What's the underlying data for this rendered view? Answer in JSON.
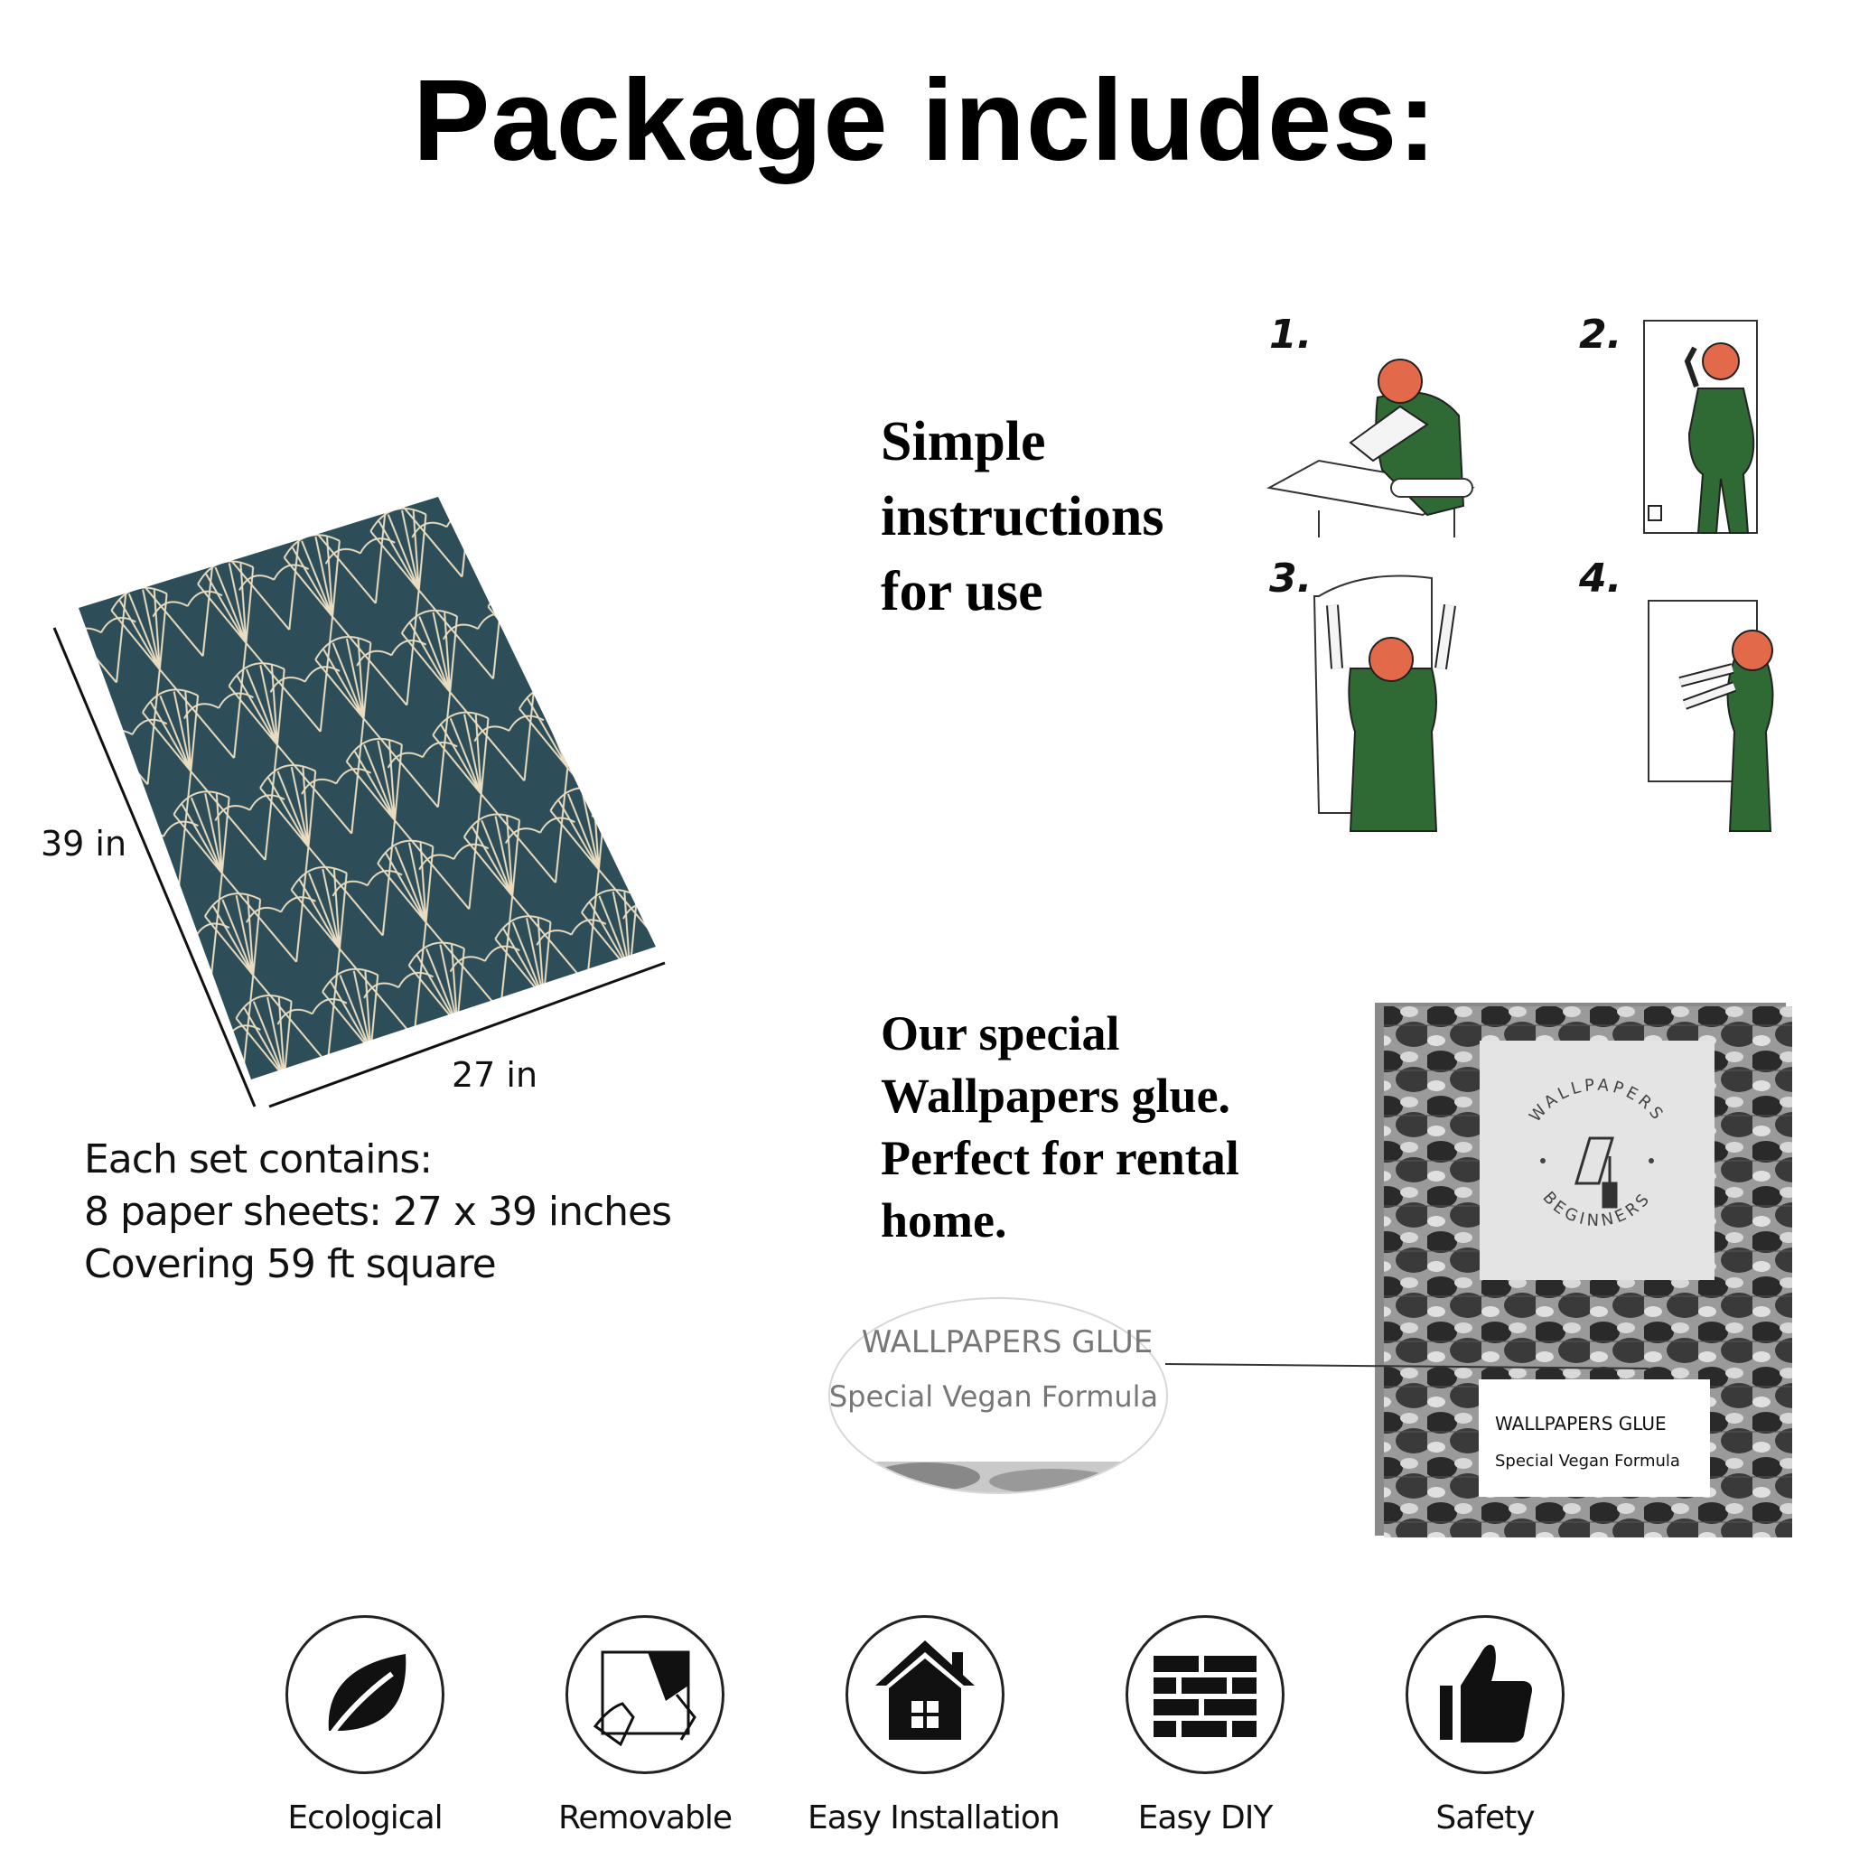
{
  "title": "Package includes:",
  "wallpaper": {
    "height_label": "39 in",
    "width_label": "27 in"
  },
  "set_info": {
    "line1": "Each set contains:",
    "line2": "8 paper sheets: 27 x 39 inches",
    "line3": "Covering 59 ft square"
  },
  "instructions": {
    "heading_lines": [
      "Simple",
      "instructions",
      "for use"
    ],
    "steps": [
      "1.",
      "2.",
      "3.",
      "4."
    ]
  },
  "glue": {
    "heading_lines": [
      "Our special",
      "Wallpapers glue.",
      "Perfect for rental",
      "home."
    ],
    "logo_top": "WALLPAPERS",
    "logo_bottom": "BEGINNERS",
    "label_title": "WALLPAPERS GLUE",
    "label_subtitle": "Special Vegan Formula",
    "zoom_title": "WALLPAPERS GLUE",
    "zoom_subtitle": "Special Vegan Formula"
  },
  "features": [
    {
      "label": "Ecological",
      "icon": "leaf-icon"
    },
    {
      "label": "Removable",
      "icon": "peel-icon"
    },
    {
      "label": "Easy Installation",
      "icon": "house-icon"
    },
    {
      "label": "Easy DIY",
      "icon": "bricks-icon"
    },
    {
      "label": "Safety",
      "icon": "thumbs-up-icon"
    }
  ],
  "colors": {
    "wallpaper_bg": "#2d4e58",
    "wallpaper_lines": "#e9dcc0",
    "overalls_green": "#2f6a34",
    "hair_orange": "#e26a4a"
  }
}
